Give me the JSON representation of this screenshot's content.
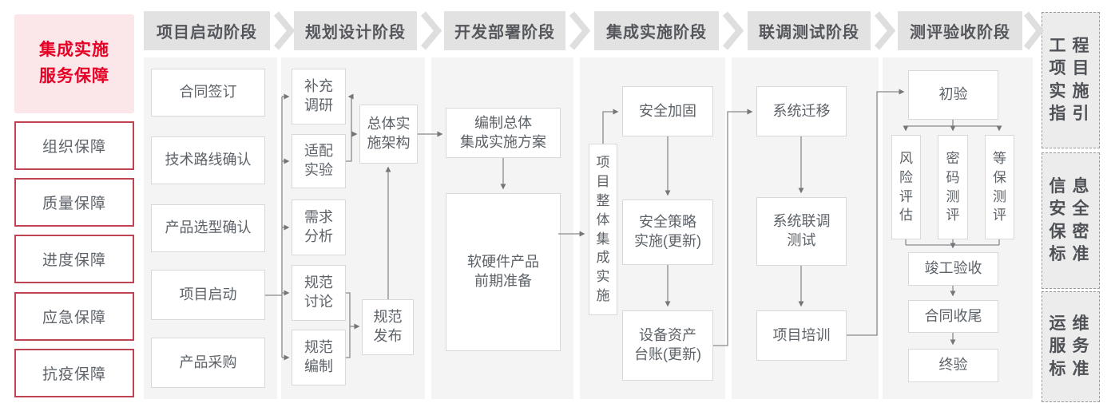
{
  "sidebar": {
    "title_line1": "集成实施",
    "title_line2": "服务保障",
    "items": [
      "组织保障",
      "质量保障",
      "进度保障",
      "应急保障",
      "抗疫保障"
    ]
  },
  "phases": [
    "项目启动阶段",
    "规划设计阶段",
    "开发部署阶段",
    "集成实施阶段",
    "联调测试阶段",
    "测评验收阶段"
  ],
  "nodes": {
    "contract_sign": "合同签订",
    "tech_route": "技术路线确认",
    "product_select": "产品选型确认",
    "project_kickoff": "项目启动",
    "procurement": "产品采购",
    "supplement_research": "补充\n调研",
    "adaptation_test": "适配\n实验",
    "requirement_analysis": "需求\n分析",
    "spec_discussion": "规范\n讨论",
    "spec_drafting": "规范\n编制",
    "overall_architecture": "总体实\n施架构",
    "spec_release": "规范\n发布",
    "overall_plan": "编制总体\n集成实施方案",
    "product_preparation": "软硬件产品\n前期准备",
    "overall_integration": "项目整体集成实施",
    "security_hardening": "安全加固",
    "security_policy": "安全策略\n实施(更新)",
    "asset_ledger": "设备资产\n台账(更新)",
    "system_migration": "系统迁移",
    "joint_testing": "系统联调\n测试",
    "project_training": "项目培训",
    "initial_acceptance": "初验",
    "risk_assessment": "风险评估",
    "crypto_evaluation": "密码测评",
    "classified_protection": "等保测评",
    "completion_acceptance": "竣工验收",
    "contract_closure": "合同收尾",
    "final_acceptance": "终验"
  },
  "standards": [
    "工程项目实施指引",
    "信息安全保密标准",
    "运维服务标准"
  ],
  "colors": {
    "accent_red": "#e60025",
    "pink_bg": "#fbe6e9",
    "red_border": "#bf4350",
    "panel_bg": "#f4f4f4",
    "banner_bg": "#e2e2e2",
    "box_border": "#d8d8d8",
    "text_gray": "#5c6268",
    "line_gray": "#8a8a8e"
  }
}
